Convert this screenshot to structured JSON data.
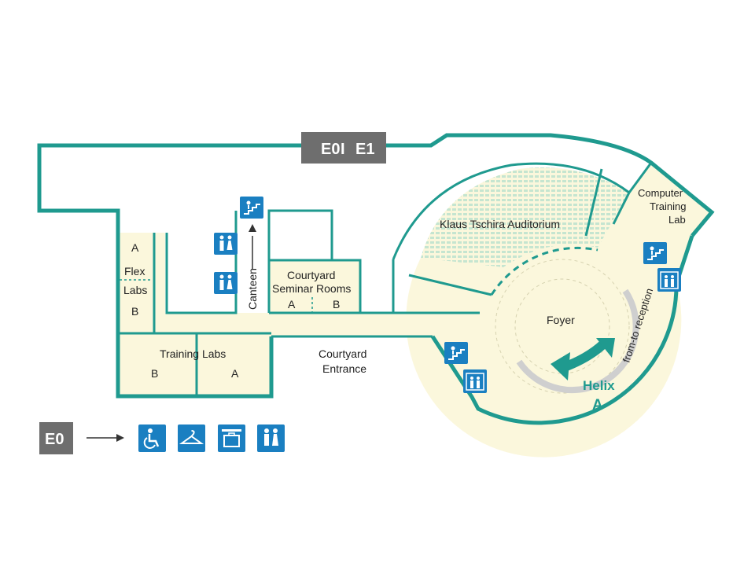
{
  "level_badge": {
    "left": "E0",
    "right": "E1"
  },
  "legend_badge": "E0",
  "rooms": {
    "flex_a": "A",
    "flex_1": "Flex",
    "flex_2": "Labs",
    "flex_b": "B",
    "canteen": "Canteen",
    "courtyard_seminar_1": "Courtyard",
    "courtyard_seminar_2": "Seminar Rooms",
    "seminar_a": "A",
    "seminar_b": "B",
    "training_labs": "Training Labs",
    "training_b": "B",
    "training_a": "A",
    "courtyard_entrance_1": "Courtyard",
    "courtyard_entrance_2": "Entrance",
    "auditorium": "Klaus Tschira Auditorium",
    "computer_lab_1": "Computer",
    "computer_lab_2": "Training",
    "computer_lab_3": "Lab",
    "foyer": "Foyer",
    "from_to_reception": "from-to reception",
    "helix_1": "Helix",
    "helix_2": "A"
  },
  "icons": [
    "stairs-icon",
    "restroom-icon",
    "elevator-icon",
    "wheelchair-icon",
    "cloakroom-icon",
    "luggage-icon"
  ],
  "colors": {
    "wall": "#1f9a8f",
    "floor": "#fbf7dc",
    "icon_bg": "#1a7fc1",
    "badge": "#6e6e6e",
    "seats": "#bfe3cf"
  }
}
